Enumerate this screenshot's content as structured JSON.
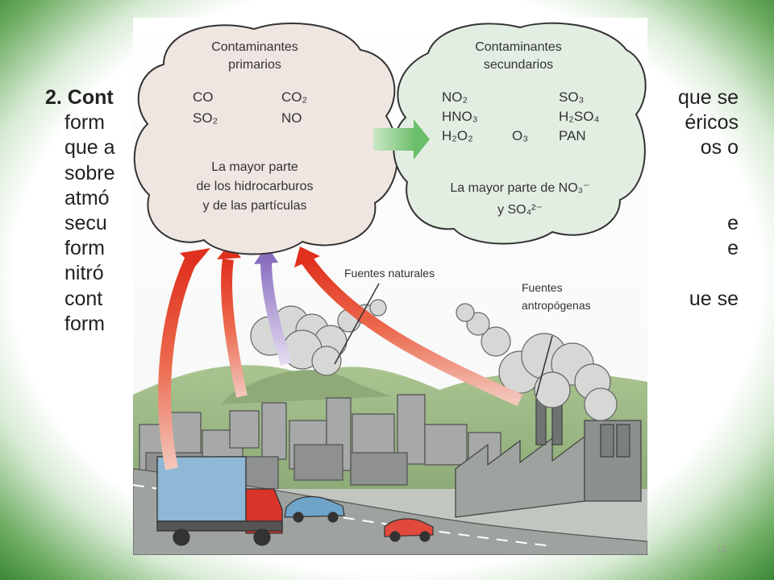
{
  "slide": {
    "number": "12",
    "text_lines": [
      {
        "bold": "2. Cont",
        "rest": "",
        "tail": "que se"
      },
      {
        "bold": "",
        "rest": "form",
        "tail": "éricos"
      },
      {
        "bold": "",
        "rest": "que a",
        "tail": "os o"
      },
      {
        "bold": "",
        "rest": "sobre",
        "tail": ""
      },
      {
        "bold": "",
        "rest": "atmó",
        "tail": ""
      },
      {
        "bold": "",
        "rest": "secu",
        "tail": "e"
      },
      {
        "bold": "",
        "rest": "form",
        "tail": "e"
      },
      {
        "bold": "",
        "rest": "nitró",
        "tail": ""
      },
      {
        "bold": "",
        "rest": "cont",
        "tail": "ue se"
      },
      {
        "bold": "",
        "rest": "form",
        "tail": ""
      }
    ]
  },
  "diagram": {
    "primary_cloud": {
      "title_line1": "Contaminantes",
      "title_line2": "primarios",
      "pollutants": [
        "CO",
        "CO₂",
        "SO₂",
        "NO"
      ],
      "note_line1": "La mayor parte",
      "note_line2": "de los hidrocarburos",
      "note_line3": "y de las partículas"
    },
    "secondary_cloud": {
      "title_line1": "Contaminantes",
      "title_line2": "secundarios",
      "pollutants": [
        "NO₂",
        "SO₃",
        "HNO₃",
        "H₂SO₄",
        "H₂O₂",
        "O₃",
        "PAN"
      ],
      "note_line1": "La mayor parte de NO₃⁻",
      "note_line2": "y SO₄²⁻"
    },
    "labels": {
      "natural_sources": "Fuentes naturales",
      "anthropogenic_line1": "Fuentes",
      "anthropogenic_line2": "antropógenas"
    },
    "colors": {
      "slide_border": "#2f7d2c",
      "arrow_red": "#e0301e",
      "arrow_purple": "#8a6fc0",
      "arrow_green": "#7cc47a",
      "primary_cloud_fill": "#efe6e1",
      "secondary_cloud_fill": "#e3eee2"
    }
  }
}
